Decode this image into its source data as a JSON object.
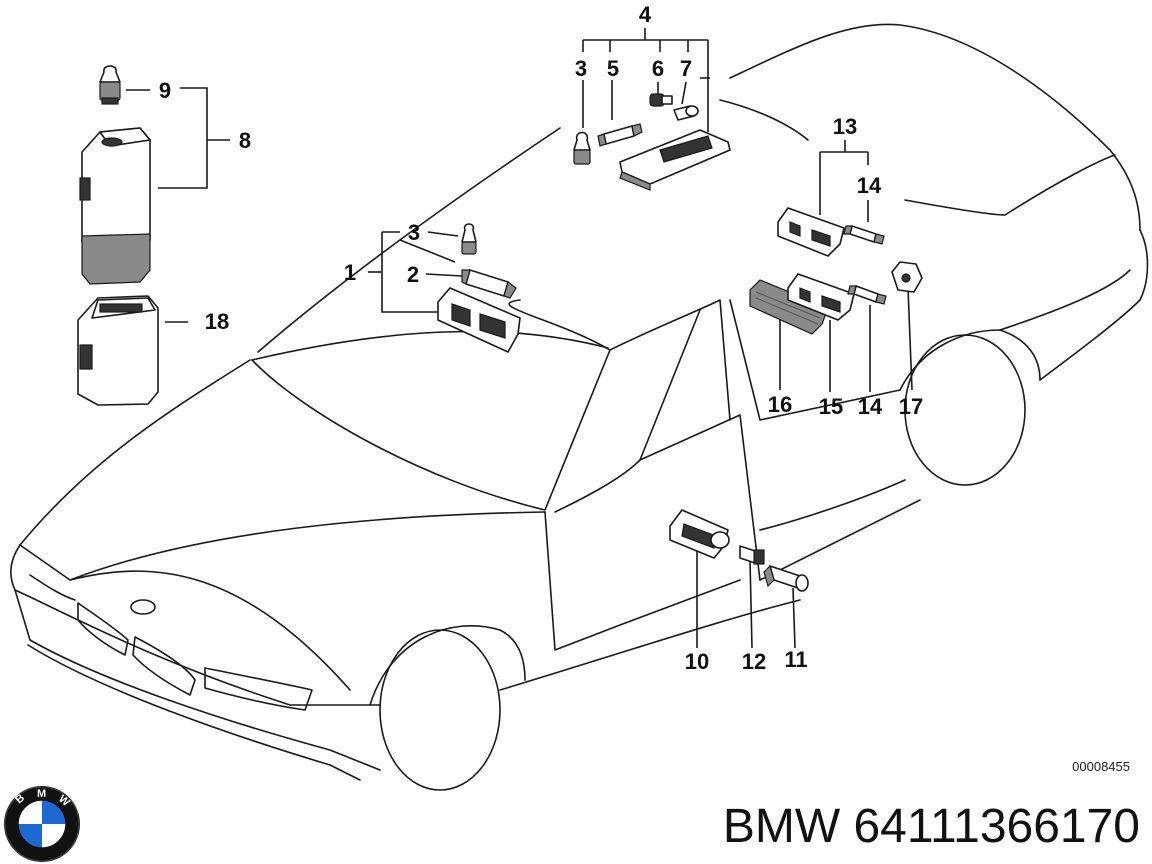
{
  "callouts": {
    "c1": "1",
    "c2": "2",
    "c3a": "3",
    "c3b": "3",
    "c4": "4",
    "c5": "5",
    "c6": "6",
    "c7": "7",
    "c8": "8",
    "c9": "9",
    "c10": "10",
    "c11": "11",
    "c12": "12",
    "c13": "13",
    "c14a": "14",
    "c14b": "14",
    "c15": "15",
    "c16": "16",
    "c17": "17",
    "c18": "18"
  },
  "reference_code": "00008455",
  "part_title": "BMW 64111366170",
  "logo": {
    "letters": [
      "B",
      "M",
      "W"
    ],
    "colors": {
      "blue": "#1c69d4",
      "white": "#ffffff",
      "ring": "#111111"
    }
  }
}
